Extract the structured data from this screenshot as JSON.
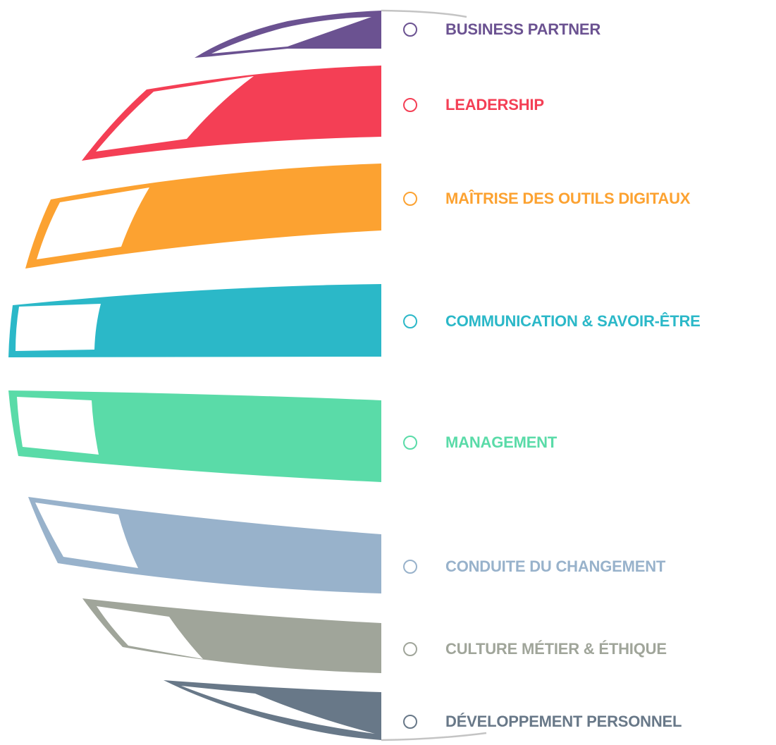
{
  "colors": {
    "outline": "#c4c4c4"
  },
  "items": [
    {
      "label": "BUSINESS PARTNER",
      "color": "#6b5291",
      "icon": "circle-outline-icon"
    },
    {
      "label": "LEADERSHIP",
      "color": "#f43f55",
      "icon": "circle-outline-icon"
    },
    {
      "label": "MAÎTRISE DES OUTILS DIGITAUX",
      "color": "#fca231",
      "icon": "circle-outline-icon"
    },
    {
      "label": "COMMUNICATION & SAVOIR-ÊTRE",
      "color": "#2bb8c8",
      "icon": "circle-outline-icon"
    },
    {
      "label": "MANAGEMENT",
      "color": "#5adba8",
      "icon": "circle-outline-icon"
    },
    {
      "label": "CONDUITE DU CHANGEMENT",
      "color": "#98b2cb",
      "icon": "circle-outline-icon"
    },
    {
      "label": "CULTURE MÉTIER & ÉTHIQUE",
      "color": "#a0a59a",
      "icon": "circle-outline-icon"
    },
    {
      "label": "DÉVELOPPEMENT PERSONNEL",
      "color": "#687888",
      "icon": "circle-outline-icon"
    }
  ]
}
